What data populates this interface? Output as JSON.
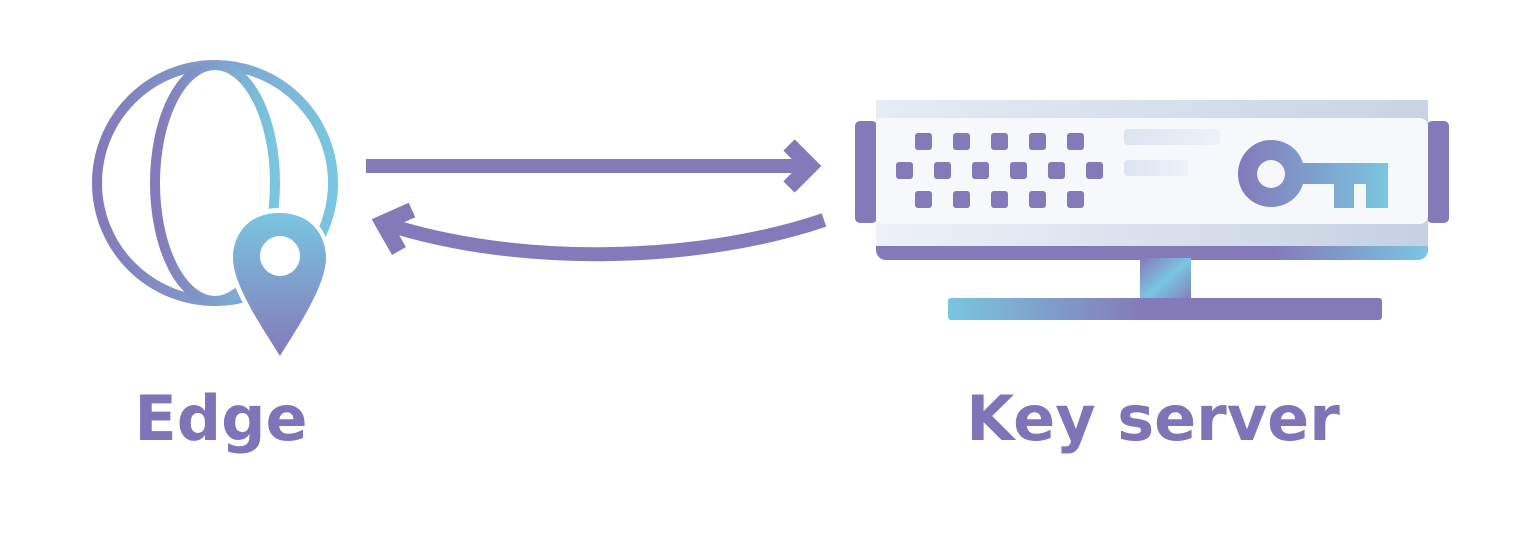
{
  "nodes": {
    "edge": {
      "label": "Edge",
      "icon": "globe-location-pin-icon"
    },
    "key_server": {
      "label": "Key server",
      "icon": "server-with-key-icon"
    }
  },
  "connections": [
    {
      "from": "edge",
      "to": "key_server",
      "style": "straight-arrow"
    },
    {
      "from": "key_server",
      "to": "edge",
      "style": "curved-arrow"
    }
  ],
  "colors": {
    "primary": "#8479b9",
    "accent": "#7ac6e0",
    "panel": "#f6f8fb",
    "panel_shade": "#c9d3e4",
    "text": "#7f74b8"
  }
}
